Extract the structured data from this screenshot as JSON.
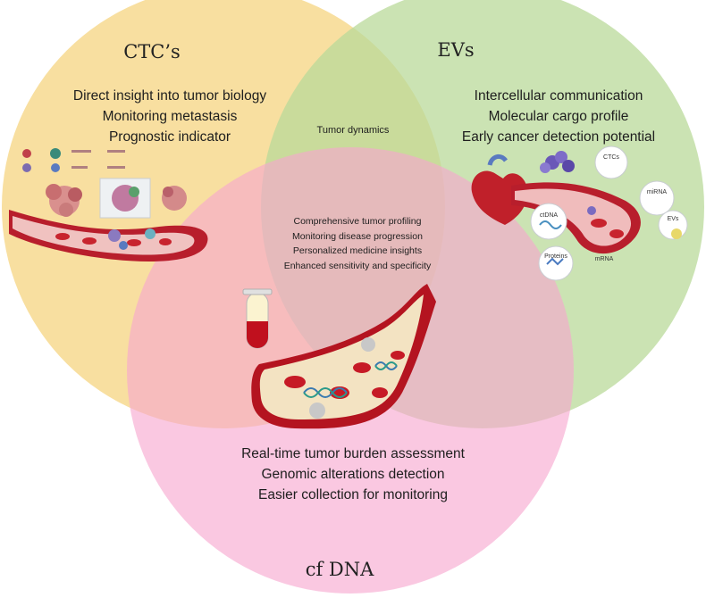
{
  "sets": {
    "ctc": {
      "title": "CTC’s",
      "color": "#f7d98f",
      "points": [
        "Direct insight into tumor biology",
        "Monitoring metastasis",
        "Prognostic indicator"
      ]
    },
    "evs": {
      "title": "EVs",
      "color": "#b9d99a",
      "points": [
        "Intercellular communication",
        "Molecular cargo profile",
        "Early cancer detection potential"
      ]
    },
    "cfdna": {
      "title": "cf DNA",
      "color": "#f7a7cf",
      "points": [
        "Real-time tumor burden assessment",
        "Genomic alterations detection",
        "Easier collection for monitoring"
      ]
    }
  },
  "overlaps": {
    "ctc_evs": "Tumor dynamics",
    "all_three": [
      "Comprehensive tumor profiling",
      "Monitoring disease progression",
      "Personalized medicine insights",
      "Enhanced sensitivity and specificity"
    ]
  },
  "illustrations": {
    "ctc": "blood-vessel-with-circulating-tumor-cells",
    "evs": "heart-and-vessel-with-extracellular-vesicles",
    "evs_labels": [
      "CTCs",
      "miRNA",
      "ctDNA",
      "EVs",
      "Proteins",
      "mRNA"
    ],
    "cfdna": "blood-tube-and-vessel-with-dna"
  }
}
